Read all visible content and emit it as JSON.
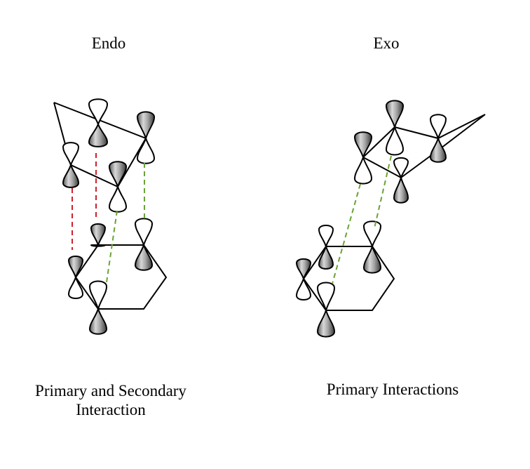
{
  "titles": {
    "endo": "Endo",
    "exo": "Exo"
  },
  "captions": {
    "endo_line1": "Primary and Secondary",
    "endo_line2": "Interaction",
    "exo": "Primary Interactions"
  },
  "colors": {
    "line": "#000000",
    "orbital_shaded": "#9a9a9a",
    "secondary_interaction": "#cc1f2a",
    "primary_interaction": "#6aa336"
  }
}
